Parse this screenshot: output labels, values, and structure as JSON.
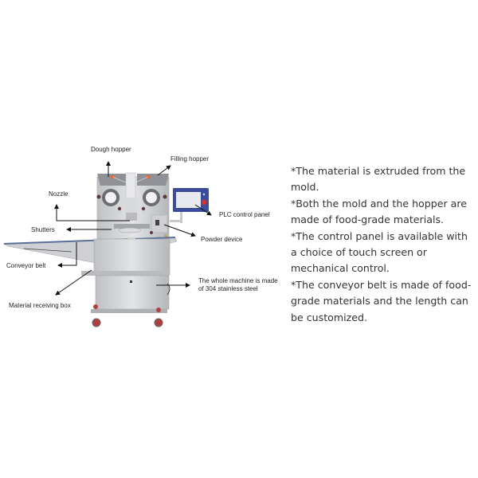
{
  "diagram": {
    "labels": {
      "dough_hopper": "Dough hopper",
      "filling_hopper": "Filling hopper",
      "nozzle": "Nozzle",
      "plc_control_panel": "PLC control panel",
      "shutters": "Shutters",
      "powder_device": "Powder device",
      "conveyor_belt": "Conveyor belt",
      "material_receiving_box": "Material receiving box",
      "stainless_steel": "The whole machine is made of 304 stainless steel"
    }
  },
  "features": [
    "*The material is extruded from the mold.",
    "*Both the mold and the hopper are made of food-grade materials.",
    "*The control panel is available with a choice of touch screen or mechanical control.",
    "*The conveyor belt is made of food-grade materials and the length can be customized."
  ],
  "colors": {
    "steel": "#c9cacc",
    "steel_dark": "#9ea0a4",
    "belt_blue": "#5b6f9a",
    "panel_blue": "#3b4c9a",
    "accent_red": "#c0392b",
    "knob_dark": "#5a3a3a",
    "text": "#333333"
  }
}
